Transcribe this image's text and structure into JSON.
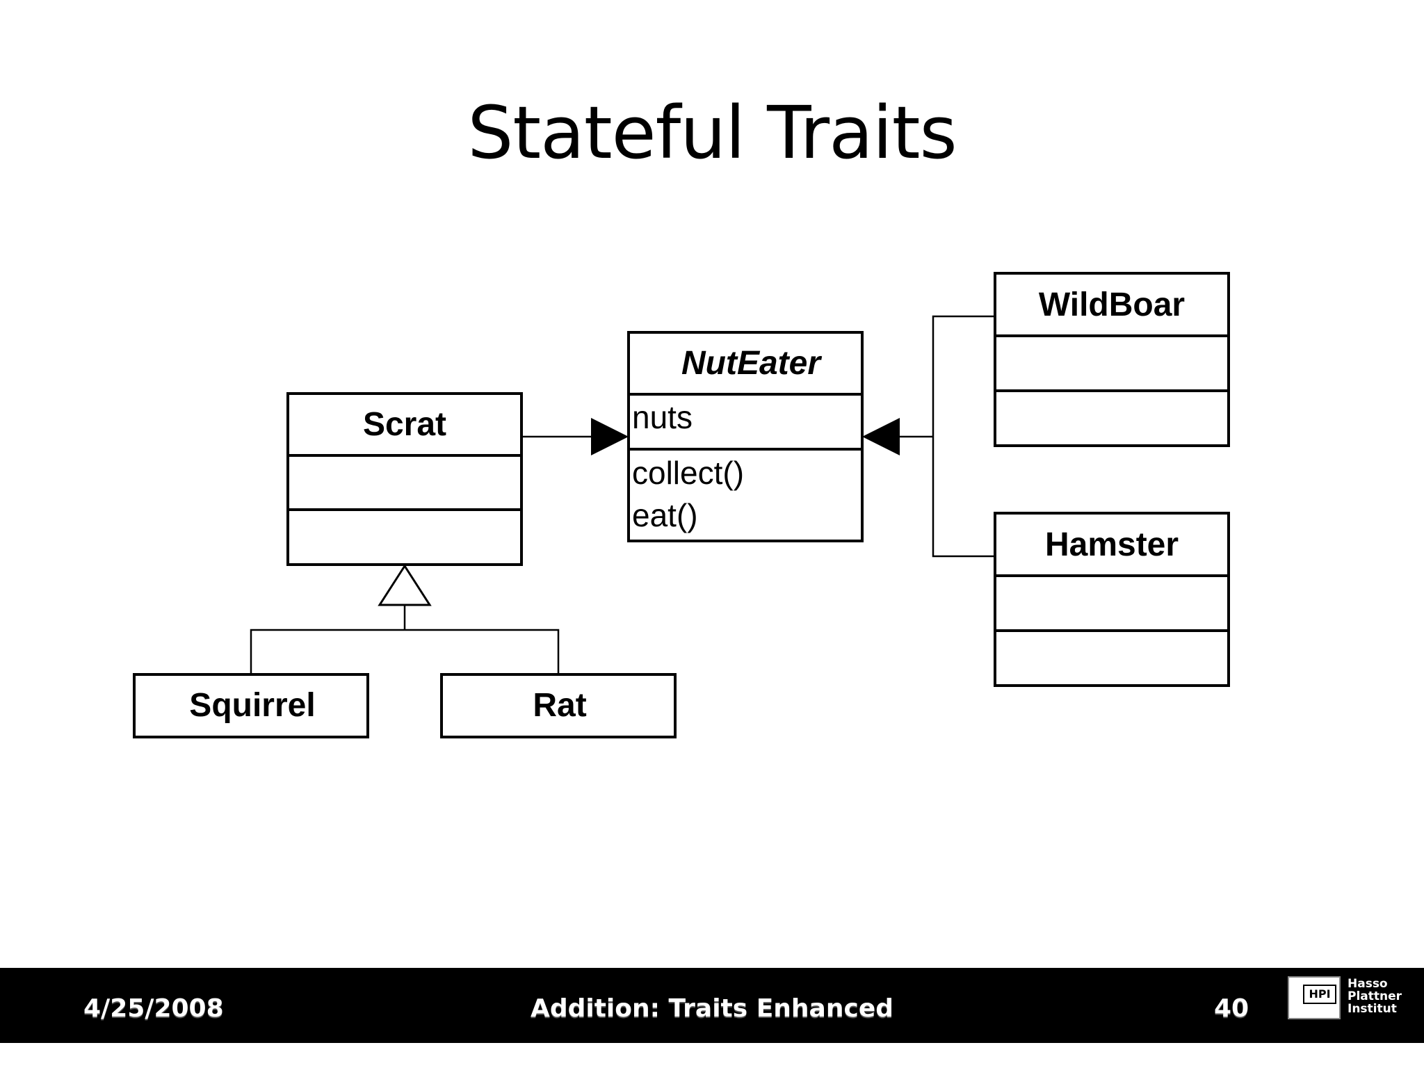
{
  "slide": {
    "title": "Stateful Traits"
  },
  "diagram": {
    "classes": {
      "scrat": {
        "name": "Scrat",
        "attributes": [],
        "methods": []
      },
      "nuteater": {
        "name": "NutEater",
        "attributes": [
          "nuts"
        ],
        "methods": [
          "collect()",
          "eat()"
        ]
      },
      "wildboar": {
        "name": "WildBoar",
        "attributes": [],
        "methods": []
      },
      "hamster": {
        "name": "Hamster",
        "attributes": [],
        "methods": []
      },
      "squirrel": {
        "name": "Squirrel"
      },
      "rat": {
        "name": "Rat"
      }
    },
    "relations": [
      {
        "from": "Scrat",
        "to": "NutEater",
        "arrow": "filled-triangle"
      },
      {
        "from": "WildBoar",
        "to": "NutEater",
        "arrow": "filled-triangle"
      },
      {
        "from": "Hamster",
        "to": "NutEater",
        "arrow": "filled-triangle"
      },
      {
        "from": "Squirrel",
        "to": "Scrat",
        "arrow": "hollow-triangle"
      },
      {
        "from": "Rat",
        "to": "Scrat",
        "arrow": "hollow-triangle"
      }
    ]
  },
  "footer": {
    "date": "4/25/2008",
    "title": "Addition: Traits Enhanced",
    "page": "40",
    "logo": {
      "mark": "HPI",
      "line1": "Hasso",
      "line2": "Plattner",
      "line3": "Institut"
    }
  }
}
